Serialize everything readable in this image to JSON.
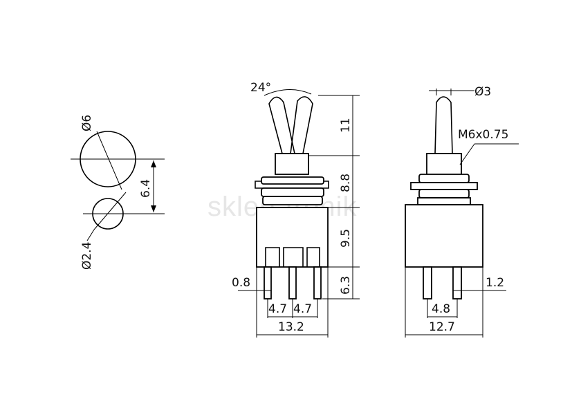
{
  "watermark": "sklep-tronik",
  "dims": {
    "d6": "Ø6",
    "d24": "Ø2.4",
    "spacing_64": "6.4",
    "angle": "24°",
    "d3": "Ø3",
    "thread": "M6x0.75",
    "h11": "11",
    "h88": "8.8",
    "h95": "9.5",
    "h63": "6.3",
    "pin_08": "0.8",
    "pitch_a": "4.7",
    "pitch_b": "4.7",
    "width_132": "13.2",
    "pin_12": "1.2",
    "pitch_48": "4.8",
    "width_127": "12.7"
  }
}
